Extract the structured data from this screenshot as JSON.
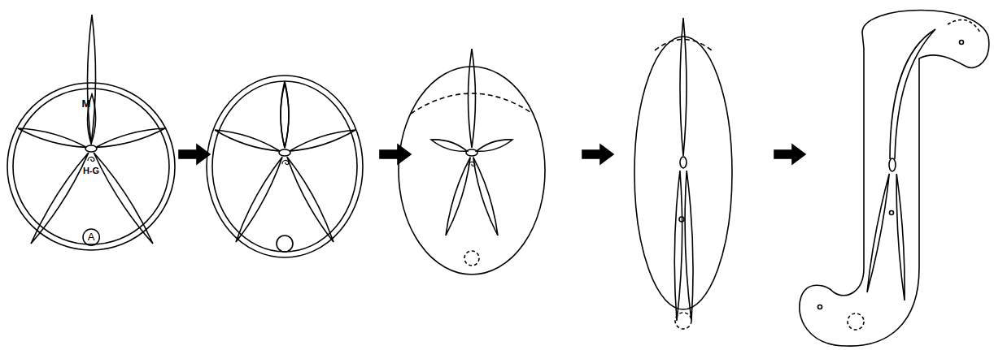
{
  "diagram": {
    "nodes": [
      {
        "text": [
          "A"
        ]
      }
    ],
    "labels": [
      "M",
      "H-G"
    ]
  }
}
